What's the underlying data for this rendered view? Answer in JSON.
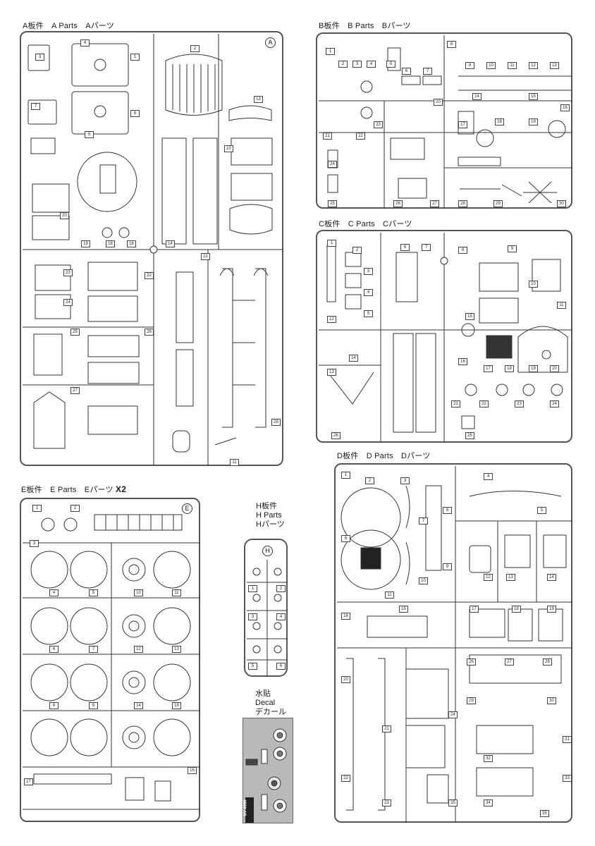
{
  "sprues": {
    "a": {
      "label": "A板件　A Parts　Aパーツ",
      "badge": "A"
    },
    "b": {
      "label": "B板件　B Parts　Bパーツ"
    },
    "c": {
      "label": "C板件　C Parts　Cパーツ"
    },
    "d": {
      "label": "D板件　D Parts　Dパーツ"
    },
    "e": {
      "label": "E板件　E Parts　Eパーツ",
      "multiplier": "X2",
      "badge": "E"
    },
    "h": {
      "line1": "H板件",
      "line2": "H Parts",
      "line3": "Hパーツ",
      "badge": "H"
    }
  },
  "decal": {
    "line1": "水贴",
    "line2": "Decal",
    "line3": "デカール",
    "code": "SV-4996"
  },
  "part_numbers": {
    "a": [
      "4",
      "3",
      "1",
      "7",
      "6",
      "5",
      "2",
      "14",
      "10",
      "13",
      "16",
      "18",
      "19",
      "20",
      "21",
      "22",
      "23",
      "24",
      "25",
      "26",
      "27",
      "28",
      "11"
    ],
    "b": [
      "1",
      "2",
      "3",
      "4",
      "5",
      "6",
      "7",
      "8",
      "9",
      "10",
      "11",
      "12",
      "13",
      "14",
      "15",
      "16",
      "17",
      "18",
      "19",
      "20",
      "21",
      "22",
      "23",
      "24",
      "25",
      "26",
      "27",
      "28",
      "29",
      "30"
    ],
    "c": [
      "1",
      "2",
      "3",
      "4",
      "5",
      "6",
      "7",
      "8",
      "9",
      "10",
      "11",
      "12",
      "13",
      "14",
      "15",
      "16",
      "17",
      "18",
      "19",
      "20",
      "21",
      "22",
      "23",
      "24",
      "25",
      "26"
    ],
    "d": [
      "1",
      "2",
      "3",
      "4",
      "5",
      "6",
      "7",
      "8",
      "9",
      "10",
      "11",
      "12",
      "13",
      "14",
      "15",
      "16",
      "17",
      "18",
      "19",
      "20",
      "21",
      "22",
      "23",
      "24",
      "25",
      "26",
      "27",
      "28",
      "29",
      "30",
      "31",
      "32",
      "33",
      "34",
      "35"
    ],
    "e": [
      "1",
      "2",
      "3",
      "4",
      "5",
      "6",
      "7",
      "8",
      "9",
      "10",
      "11",
      "12",
      "13",
      "14",
      "15",
      "16",
      "17"
    ],
    "h": [
      "1",
      "2",
      "3",
      "4",
      "5",
      "6"
    ]
  }
}
